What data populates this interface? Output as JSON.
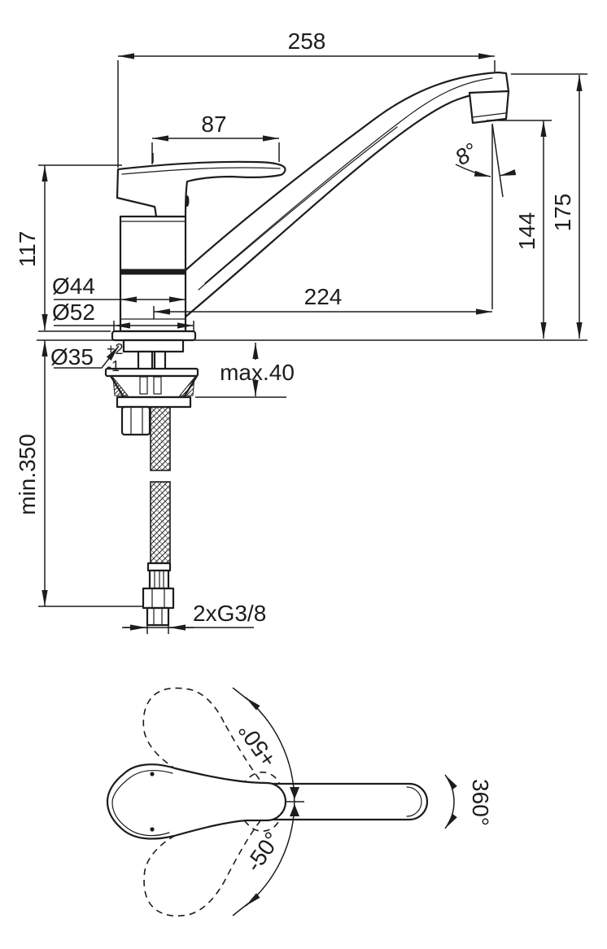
{
  "drawing_title": "single-lever kitchen mixer dimensional drawing",
  "colors": {
    "line": "#1d1d1b",
    "background": "#ffffff"
  },
  "side_view": {
    "dims": {
      "total_reach": "258",
      "handle_length": "87",
      "handle_height": "117",
      "body_diameter": "Ø44",
      "base_diameter": "Ø52",
      "hole_diameter": "Ø35",
      "hole_tol_plus": "+2",
      "hole_tol_minus": "-1",
      "spout_reach": "224",
      "spout_angle": "8°",
      "outlet_height": "144",
      "total_height": "175",
      "deck_thickness_max": "max.40",
      "hose_length_min": "min.350",
      "supply_connection": "2xG3/8"
    }
  },
  "top_view": {
    "dims": {
      "handle_swing_plus": "+50°",
      "handle_swing_minus": "-50°",
      "spout_swivel": "360°"
    }
  }
}
